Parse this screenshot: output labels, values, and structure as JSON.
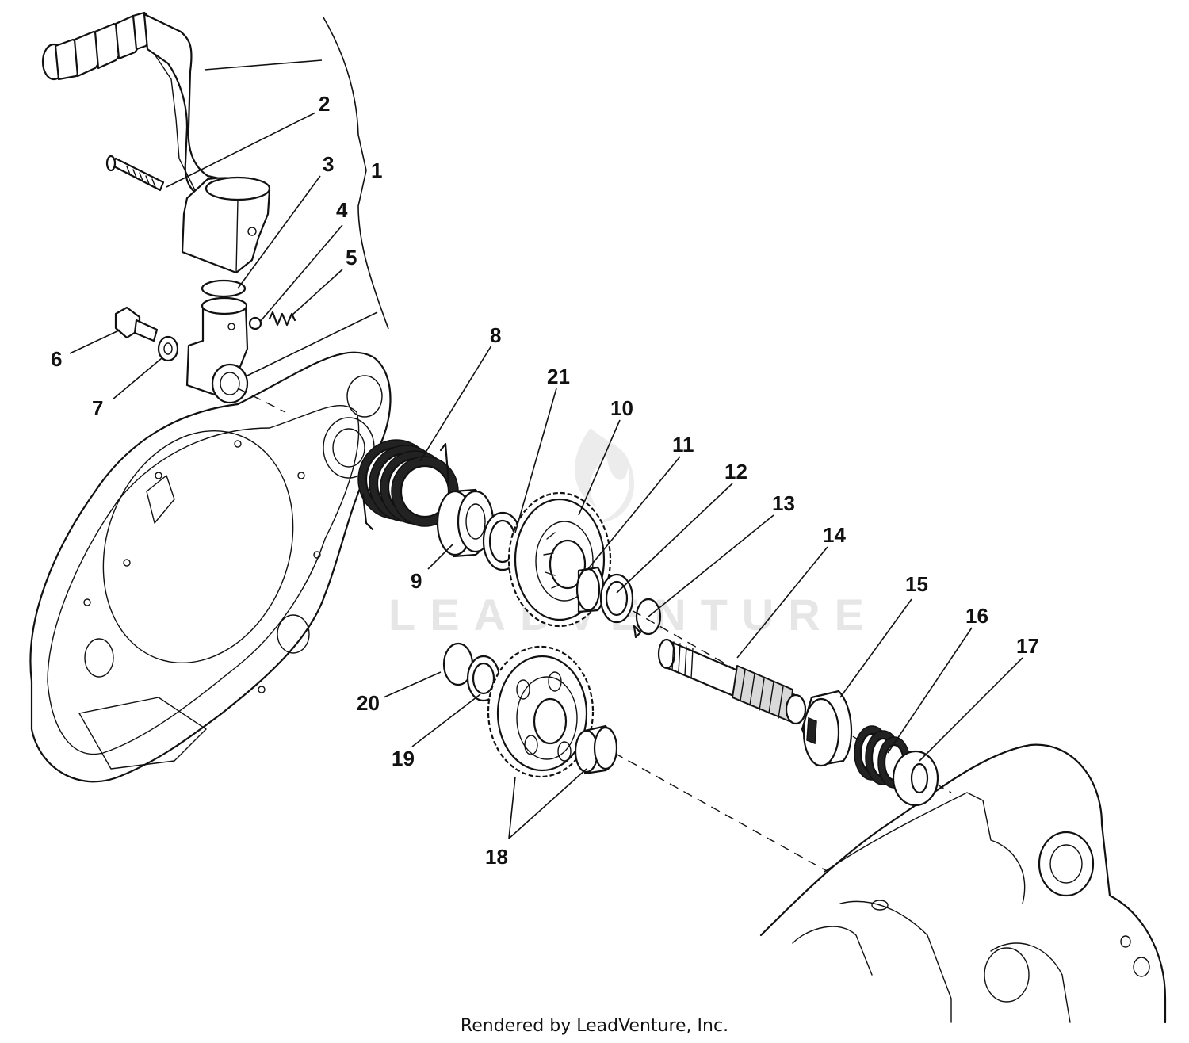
{
  "diagram": {
    "callouts": [
      {
        "id": "1",
        "label": "1"
      },
      {
        "id": "2",
        "label": "2"
      },
      {
        "id": "3",
        "label": "3"
      },
      {
        "id": "4",
        "label": "4"
      },
      {
        "id": "5",
        "label": "5"
      },
      {
        "id": "6",
        "label": "6"
      },
      {
        "id": "7",
        "label": "7"
      },
      {
        "id": "8",
        "label": "8"
      },
      {
        "id": "9",
        "label": "9"
      },
      {
        "id": "10",
        "label": "10"
      },
      {
        "id": "11",
        "label": "11"
      },
      {
        "id": "12",
        "label": "12"
      },
      {
        "id": "13",
        "label": "13"
      },
      {
        "id": "14",
        "label": "14"
      },
      {
        "id": "15",
        "label": "15"
      },
      {
        "id": "16",
        "label": "16"
      },
      {
        "id": "17",
        "label": "17"
      },
      {
        "id": "18",
        "label": "18"
      },
      {
        "id": "19",
        "label": "19"
      },
      {
        "id": "20",
        "label": "20"
      },
      {
        "id": "21",
        "label": "21"
      }
    ],
    "watermark": "LEADVENTURE",
    "footer": "Rendered by LeadVenture, Inc."
  }
}
